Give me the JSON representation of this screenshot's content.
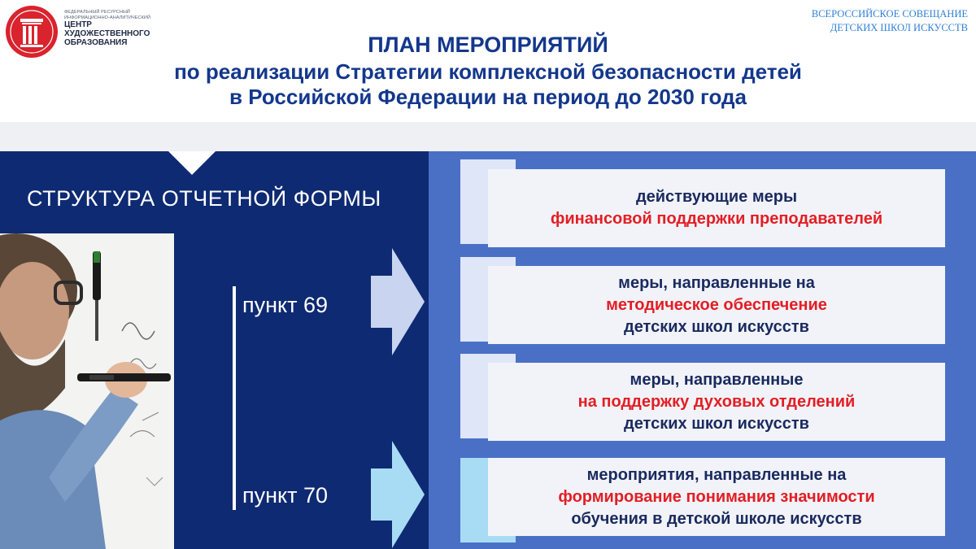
{
  "logo": {
    "small_line_1": "Федеральный ресурсный",
    "small_line_2": "информационно-аналитический",
    "big_line_1": "Центр",
    "big_line_2": "художественного",
    "big_line_3": "образования"
  },
  "event": {
    "line_1": "Всероссийское совещание",
    "line_2": "детских школ искусств"
  },
  "title": {
    "line_1": "ПЛАН МЕРОПРИЯТИЙ",
    "line_2": "по реализации Стратегии комплексной безопасности детей",
    "line_3": "в Российской Федерации на период до 2030 года"
  },
  "section_title": "СТРУКТУРА ОТЧЕТНОЙ ФОРМЫ",
  "points": {
    "p69": "пункт 69",
    "p70": "пункт 70"
  },
  "cards": [
    {
      "line_1": "действующие меры",
      "highlight": "финансовой поддержки преподавателей",
      "line_3": ""
    },
    {
      "line_1": "меры, направленные на",
      "highlight": "методическое обеспечение",
      "line_3": "детских школ искусств"
    },
    {
      "line_1": "меры, направленные",
      "highlight": "на поддержку духовых отделений",
      "line_3": "детских школ искусств"
    },
    {
      "line_1": "мероприятия, направленные на",
      "highlight": "формирование понимания значимости",
      "line_3": "обучения в детской школе искусств"
    }
  ],
  "colors": {
    "title_blue": "#13378c",
    "dark_panel": "#0e2a72",
    "light_panel": "#4a70c6",
    "highlight_red": "#e31e24",
    "logo_red": "#d9232d"
  },
  "icons": {
    "logo": "column-emblem-icon",
    "arrow": "chevron-right-arrow-icon"
  }
}
